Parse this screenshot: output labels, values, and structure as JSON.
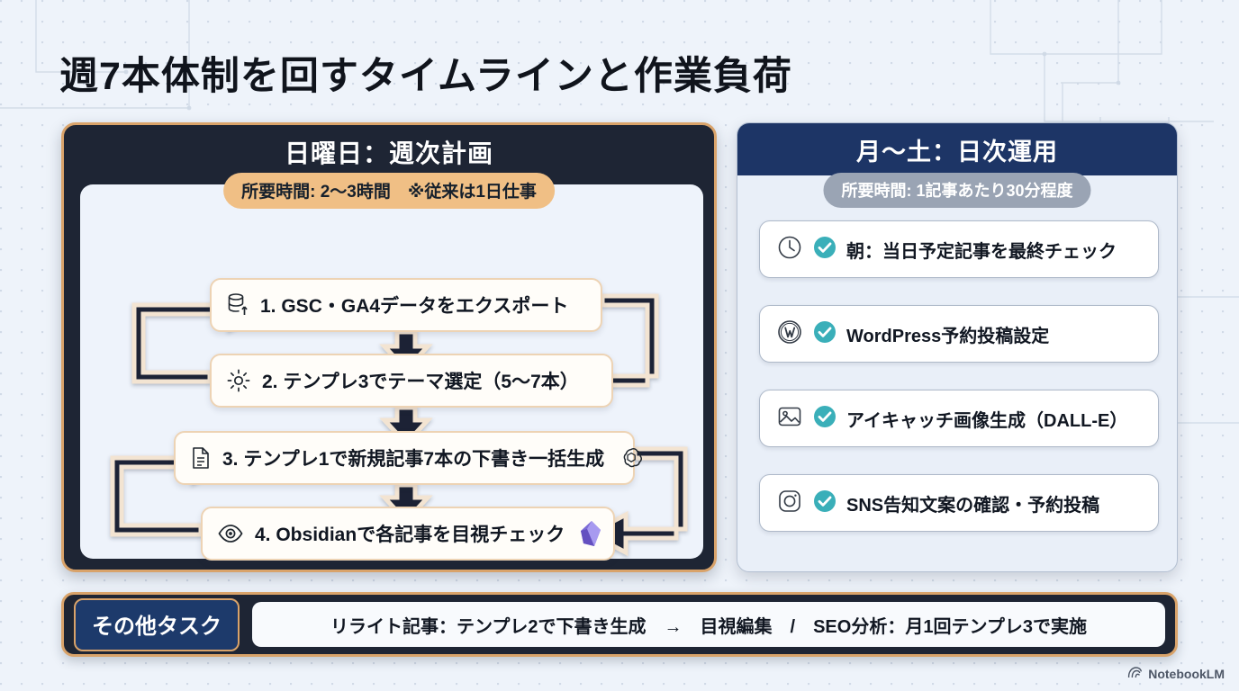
{
  "page": {
    "title": "週7本体制を回すタイムラインと作業負荷",
    "watermark": "NotebookLM"
  },
  "left_panel": {
    "heading": "日曜日：週次計画",
    "badge": "所要時間: 2〜3時間　※従来は1日仕事",
    "accent_color": "#d9a36a",
    "panel_color": "#1e2534",
    "badge_color": "#f0bf85",
    "steps": [
      {
        "icon": "database-export-icon",
        "label": "1. GSC・GA4データをエクスポート",
        "trailing_icon": ""
      },
      {
        "icon": "gear-icon",
        "label": "2. テンプレ3でテーマ選定（5〜7本）",
        "trailing_icon": ""
      },
      {
        "icon": "document-icon",
        "label": "3. テンプレ1で新規記事7本の下書き一括生成",
        "trailing_icon": "openai-icon"
      },
      {
        "icon": "eye-icon",
        "label": "4. Obsidianで各記事を目視チェック",
        "trailing_icon": "obsidian-icon"
      }
    ]
  },
  "right_panel": {
    "heading": "月〜土：日次運用",
    "badge": "所要時間: 1記事あたり30分程度",
    "header_color": "#1d3566",
    "badge_color": "#9aa4b4",
    "check_color": "#3aafb9",
    "tasks": [
      {
        "icon": "clock-icon",
        "label": "朝：当日予定記事を最終チェック"
      },
      {
        "icon": "wordpress-icon",
        "label": "WordPress予約投稿設定"
      },
      {
        "icon": "image-icon",
        "label": "アイキャッチ画像生成（DALL-E）"
      },
      {
        "icon": "instagram-icon",
        "label": "SNS告知文案の確認・予約投稿"
      }
    ]
  },
  "bottom_bar": {
    "tag": "その他タスク",
    "text": "リライト記事：テンプレ2で下書き生成　→　目視編集　/　SEO分析：月1回テンプレ3で実施",
    "tag_color": "#1d3a6b"
  }
}
